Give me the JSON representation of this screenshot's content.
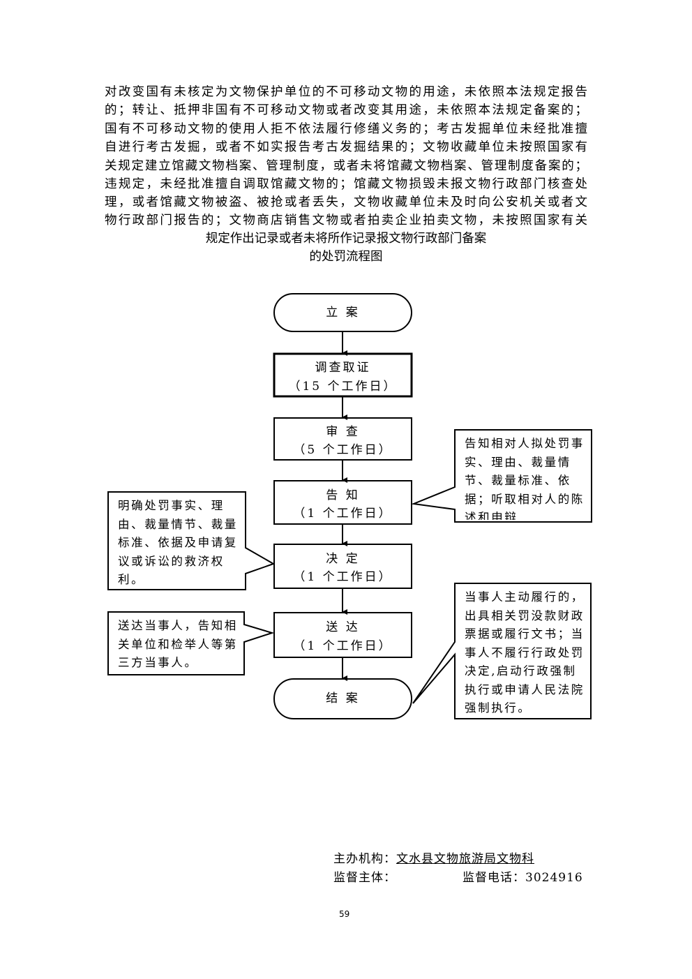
{
  "title_lines": [
    "对改变国有未核定为文物保护单位的不可移动文物的用途，未依照本法规定报告",
    "的；转让、抵押非国有不可移动文物或者改变其用途，未依照本法规定备案的；",
    "国有不可移动文物的使用人拒不依法履行修缮义务的；考古发掘单位未经批准擅",
    "自进行考古发掘，或者不如实报告考古发掘结果的；文物收藏单位未按照国家有",
    "关规定建立馆藏文物档案、管理制度，或者未将馆藏文物档案、管理制度备案的；",
    "违规定，未经批准擅自调取馆藏文物的；馆藏文物损毁未报文物行政部门核查处",
    "理，或者馆藏文物被盗、被抢或者丢失，文物收藏单位未及时向公安机关或者文",
    "物行政部门报告的；文物商店销售文物或者拍卖企业拍卖文物，未按照国家有关",
    "规定作出记录或者未将所作记录报文物行政部门备案",
    "的处罚流程图"
  ],
  "steps": [
    {
      "name": "立 案",
      "days": ""
    },
    {
      "name": "调查取证",
      "days": "（15 个工作日）"
    },
    {
      "name": "审 查",
      "days": "（5 个工作日）"
    },
    {
      "name": "告 知",
      "days": "（1 个工作日）"
    },
    {
      "name": "决 定",
      "days": "（1 个工作日）"
    },
    {
      "name": "送 达",
      "days": "（1 个工作日）"
    },
    {
      "name": "结 案",
      "days": ""
    }
  ],
  "notes": {
    "notify": "告知相对人拟处罚事实、理由、裁量情节、裁量标准、依据；听取相对人的陈述和申辩",
    "decide": "明确处罚事实、理由、裁量情节、裁量标准、依据及申请复议或诉讼的救济权利。",
    "deliver": "送达当事人，告知相关单位和检举人等第三方当事人。",
    "close": "当事人主动履行的，出具相关罚没款财政票据或履行文书；当事人不履行行政处罚决定,启动行政强制执行或申请人民法院强制执行。"
  },
  "footer": {
    "org_label": "主办机构：",
    "org": "文水县文物旅游局文物科",
    "supervisor_label": "监督主体：",
    "phone_label": "监督电话：",
    "phone": "3024916"
  },
  "page_number": "59"
}
